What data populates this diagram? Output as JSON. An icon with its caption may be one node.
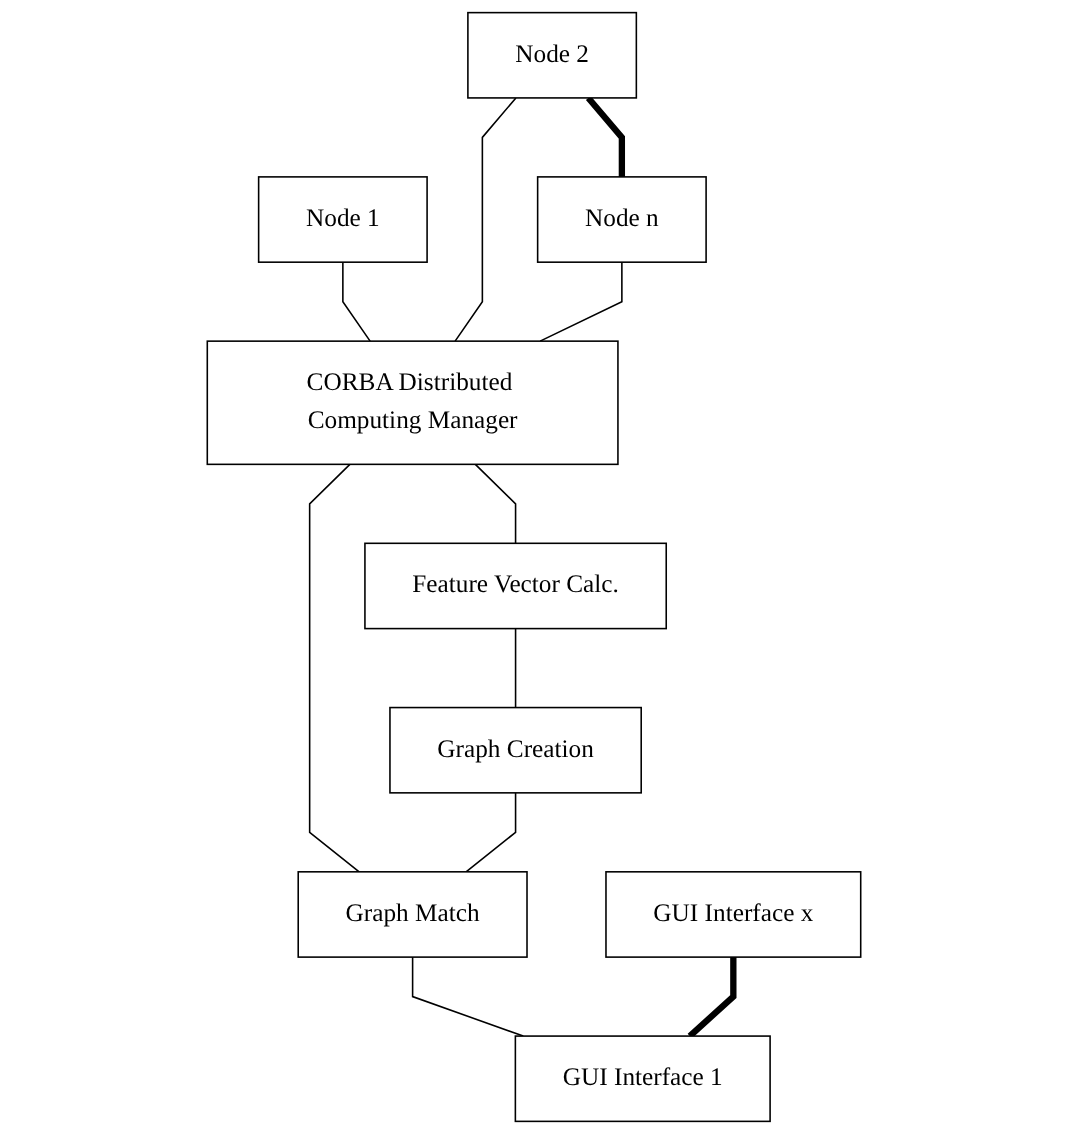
{
  "diagram": {
    "nodes": [
      {
        "text": [
          "Node 1"
        ]
      },
      {
        "text": [
          "Node 2"
        ]
      },
      {
        "text": [
          "Node n"
        ]
      },
      {
        "text": [
          "CORBA Distributed Computing Manager"
        ]
      },
      {
        "text": [
          "Feature Vector Calc."
        ]
      },
      {
        "text": [
          "Graph Creation"
        ]
      },
      {
        "text": [
          "Graph Match"
        ]
      },
      {
        "text": [
          "GUI Interface x"
        ]
      },
      {
        "text": [
          "GUI Interface 1"
        ]
      }
    ],
    "edges": [
      {
        "from": 0,
        "to": 3,
        "arrow": "none"
      },
      {
        "from": 1,
        "to": 3,
        "arrow": "none"
      },
      {
        "from": 2,
        "to": 3,
        "arrow": "none"
      },
      {
        "from": 1,
        "to": 2,
        "arrow": "none",
        "style": "thick"
      },
      {
        "from": 3,
        "to": 4,
        "arrow": "none"
      },
      {
        "from": 3,
        "to": 6,
        "arrow": "none"
      },
      {
        "from": 4,
        "to": 5,
        "arrow": "none"
      },
      {
        "from": 5,
        "to": 6,
        "arrow": "none"
      },
      {
        "from": 6,
        "to": 8,
        "arrow": "none"
      },
      {
        "from": 7,
        "to": 8,
        "arrow": "none",
        "style": "thick"
      }
    ]
  }
}
